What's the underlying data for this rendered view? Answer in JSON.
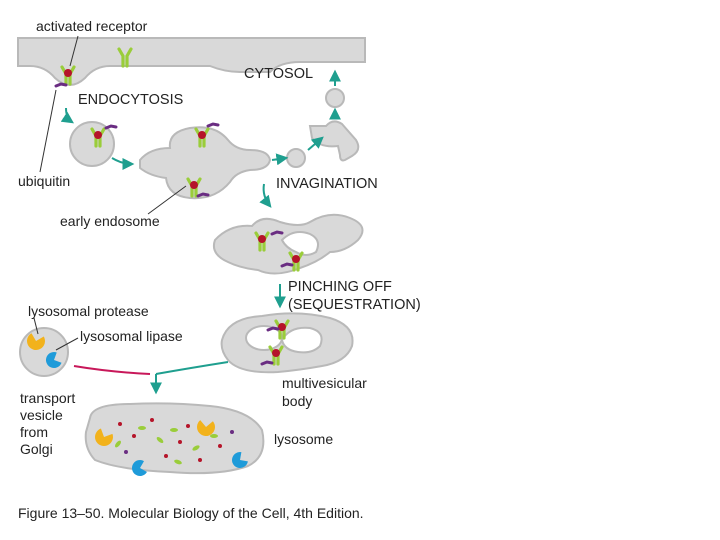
{
  "labels": {
    "activated_receptor": "activated receptor",
    "cytosol": "CYTOSOL",
    "endocytosis": "ENDOCYTOSIS",
    "ubiquitin": "ubiquitin",
    "invagination": "INVAGINATION",
    "early_endosome": "early endosome",
    "pinching_off_line1": "PINCHING OFF",
    "pinching_off_line2": "(SEQUESTRATION)",
    "lysosomal_protease": "lysosomal protease",
    "lysosomal_lipase": "lysosomal lipase",
    "transport_line1": "transport",
    "transport_line2": "vesicle",
    "transport_line3": "from",
    "transport_line4": "Golgi",
    "multivesicular_line1": "multivesicular",
    "multivesicular_line2": "body",
    "lysosome": "lysosome"
  },
  "caption": "Figure 13–50. Molecular Biology of the Cell, 4th Edition.",
  "colors": {
    "membrane": "#d9d9d9",
    "arrow": "#1f9f8f",
    "receptor": "#9acd3a",
    "ligand": "#b5142a",
    "ubiquitin": "#6a2d82",
    "protease": "#f2b21c",
    "lipase": "#1f9bd9",
    "pink_arrow": "#c8185a"
  }
}
